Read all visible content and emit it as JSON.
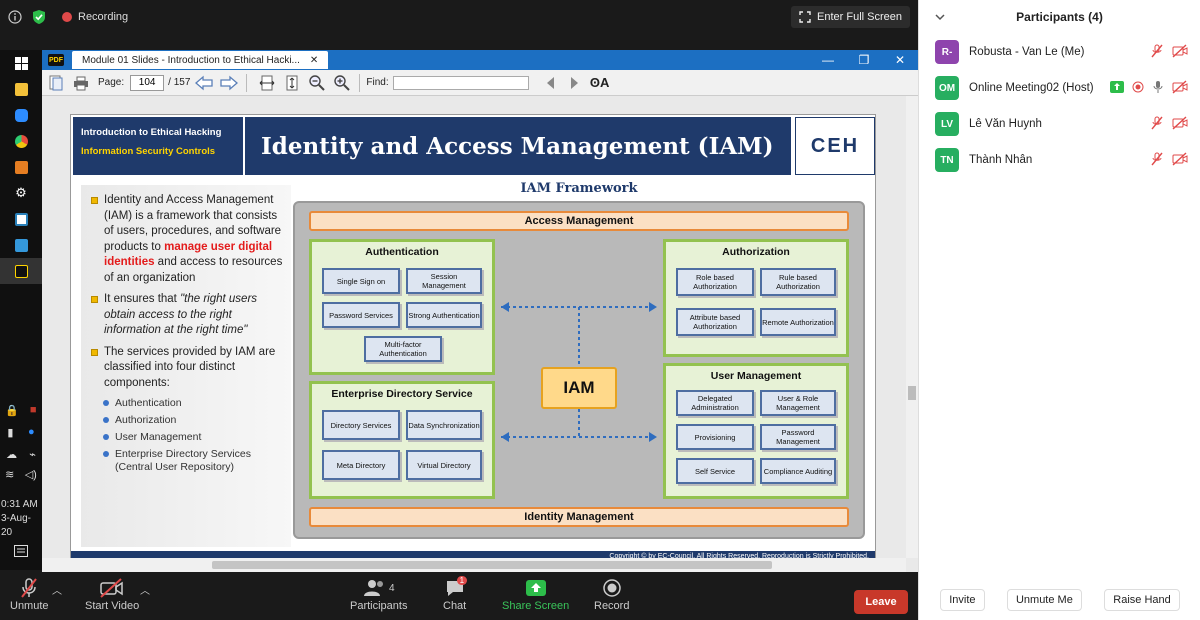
{
  "meeting": {
    "recording_label": "Recording",
    "fullscreen_label": "Enter Full Screen"
  },
  "taskbar": {
    "time": "0:31 AM",
    "date": "3-Aug-20"
  },
  "viewer": {
    "tab_title": "Module 01 Slides - Introduction to Ethical Hacki...",
    "page_label": "Page:",
    "page_current": "104",
    "page_total": "/ 157",
    "find_label": "Find:"
  },
  "slide": {
    "header_line1": "Introduction to Ethical Hacking",
    "header_line2": "Information Security Controls",
    "title": "Identity and Access Management (IAM)",
    "logo": "CEH",
    "footer": "Copyright © by EC-Council. All Rights Reserved. Reproduction is Strictly Prohibited.",
    "bullet1_a": "Identity and Access Management (IAM) is a framework that consists of users, procedures, and software products to ",
    "bullet1_red": "manage user digital identities",
    "bullet1_b": " and access to resources of an organization",
    "bullet2_a": "It ensures that ",
    "bullet2_ital": "\"the right users obtain access to the right information at the right time\"",
    "bullet3": "The services provided by IAM are classified into four distinct components:",
    "subs": [
      "Authentication",
      "Authorization",
      "User Management",
      "Enterprise Directory Services (Central User Repository)"
    ],
    "framework_title": "IAM Framework",
    "access_bar": "Access Management",
    "identity_bar": "Identity Management",
    "iam_label": "IAM",
    "authentication": {
      "title": "Authentication",
      "items": [
        "Single Sign on",
        "Session Management",
        "Password Services",
        "Strong Authentication",
        "Multi-factor Authentication"
      ]
    },
    "authorization": {
      "title": "Authorization",
      "items": [
        "Role based Authorization",
        "Rule based Authorization",
        "Attribute based Authorization",
        "Remote Authorization"
      ]
    },
    "eds": {
      "title": "Enterprise Directory Service",
      "items": [
        "Directory Services",
        "Data Synchronization",
        "Meta Directory",
        "Virtual Directory"
      ]
    },
    "usermgmt": {
      "title": "User Management",
      "items": [
        "Delegated Administration",
        "User & Role Management",
        "Provisioning",
        "Password Management",
        "Self Service",
        "Compliance Auditing"
      ]
    }
  },
  "controls": {
    "unmute": "Unmute",
    "start_video": "Start Video",
    "participants": "Participants",
    "participants_count": "4",
    "chat": "Chat",
    "chat_badge": "1",
    "share": "Share Screen",
    "record": "Record",
    "leave": "Leave"
  },
  "participants_panel": {
    "title": "Participants (4)",
    "people": [
      {
        "initials": "R-",
        "name": "Robusta - Van Le (Me)",
        "color": "#8e44ad"
      },
      {
        "initials": "OM",
        "name": "Online Meeting02 (Host)",
        "color": "#27ae60"
      },
      {
        "initials": "LV",
        "name": "Lê Văn Huynh",
        "color": "#27ae60"
      },
      {
        "initials": "TN",
        "name": "Thành Nhân",
        "color": "#27ae60"
      }
    ],
    "invite": "Invite",
    "unmute_me": "Unmute Me",
    "raise_hand": "Raise Hand"
  }
}
